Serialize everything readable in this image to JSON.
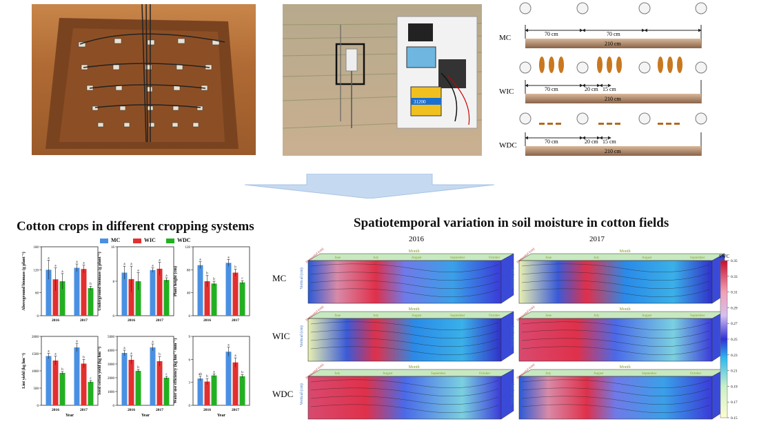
{
  "diagram": {
    "layout": {
      "rows": [
        "MC",
        "WIC",
        "WDC"
      ]
    },
    "systems": [
      {
        "label": "MC",
        "dims": [
          "70 cm",
          "70 cm"
        ],
        "total": "210 cm"
      },
      {
        "label": "WIC",
        "dims": [
          "70 cm",
          "20 cm",
          "15 cm"
        ],
        "total": "210 cm"
      },
      {
        "label": "WDC",
        "dims": [
          "70 cm",
          "20 cm",
          "15 cm"
        ],
        "total": "210 cm"
      }
    ],
    "photo_battery_label": "31200"
  },
  "headings": {
    "left": "Cotton crops in different cropping systems",
    "right": "Spatiotemporal variation in soil moisture in cotton fields"
  },
  "legend": {
    "items": [
      {
        "name": "MC",
        "color": "#4a90e2"
      },
      {
        "name": "WIC",
        "color": "#e23030"
      },
      {
        "name": "WDC",
        "color": "#22b022"
      }
    ]
  },
  "chart_data": [
    {
      "type": "bar",
      "ylabel": "Aboveground biomass (g plant⁻¹)",
      "categories": [
        "2016",
        "2017"
      ],
      "ylim": [
        0,
        180
      ],
      "yticks": [
        0,
        60,
        120,
        180
      ],
      "series": [
        {
          "name": "MC",
          "values": [
            120,
            125
          ],
          "err": [
            25,
            10
          ]
        },
        {
          "name": "WIC",
          "values": [
            95,
            122
          ],
          "err": [
            30,
            10
          ]
        },
        {
          "name": "WDC",
          "values": [
            90,
            72
          ],
          "err": [
            20,
            5
          ]
        }
      ],
      "letters": [
        [
          "a",
          "a"
        ],
        [
          "a",
          "a"
        ],
        [
          "a",
          "b"
        ]
      ]
    },
    {
      "type": "bar",
      "ylabel": "Underground biomass (g plant⁻¹)",
      "categories": [
        "2016",
        "2017"
      ],
      "ylim": [
        0,
        16
      ],
      "yticks": [
        0,
        8,
        16
      ],
      "series": [
        {
          "name": "MC",
          "values": [
            10.0,
            10.6
          ],
          "err": [
            1.5,
            0.5
          ]
        },
        {
          "name": "WIC",
          "values": [
            8.5,
            10.9
          ],
          "err": [
            3,
            1.5
          ]
        },
        {
          "name": "WDC",
          "values": [
            8.0,
            8.3
          ],
          "err": [
            2,
            0.5
          ]
        }
      ],
      "letters": [
        [
          "a",
          "a"
        ],
        [
          "a",
          "a"
        ],
        [
          "a",
          "a"
        ]
      ]
    },
    {
      "type": "bar",
      "ylabel": "Plant height (cm)",
      "categories": [
        "2016",
        "2017"
      ],
      "ylim": [
        0,
        120
      ],
      "yticks": [
        0,
        40,
        80,
        120
      ],
      "series": [
        {
          "name": "MC",
          "values": [
            88,
            92
          ],
          "err": [
            6,
            6
          ]
        },
        {
          "name": "WIC",
          "values": [
            60,
            75
          ],
          "err": [
            10,
            6
          ]
        },
        {
          "name": "WDC",
          "values": [
            56,
            58
          ],
          "err": [
            4,
            3
          ]
        }
      ],
      "letters": [
        [
          "a",
          "a"
        ],
        [
          "b",
          "b"
        ],
        [
          "b",
          "c"
        ]
      ]
    },
    {
      "type": "bar",
      "ylabel": "Lint yield (kg hm⁻²)",
      "categories": [
        "2016",
        "2017"
      ],
      "ylim": [
        0,
        2000
      ],
      "yticks": [
        0,
        500,
        1000,
        1500,
        2000
      ],
      "series": [
        {
          "name": "MC",
          "values": [
            1430,
            1680
          ],
          "err": [
            80,
            120
          ]
        },
        {
          "name": "WIC",
          "values": [
            1300,
            1210
          ],
          "err": [
            130,
            120
          ]
        },
        {
          "name": "WDC",
          "values": [
            940,
            680
          ],
          "err": [
            40,
            40
          ]
        }
      ],
      "letters": [
        [
          "a",
          "a"
        ],
        [
          "a",
          "b"
        ],
        [
          "b",
          "c"
        ]
      ]
    },
    {
      "type": "bar",
      "ylabel": "Seed cotton yield (kg hm⁻²)",
      "categories": [
        "2016",
        "2017"
      ],
      "ylim": [
        0,
        5000
      ],
      "yticks": [
        0,
        1000,
        2000,
        3000,
        4000,
        5000
      ],
      "series": [
        {
          "name": "MC",
          "values": [
            3800,
            4200
          ],
          "err": [
            200,
            250
          ]
        },
        {
          "name": "WIC",
          "values": [
            3300,
            3200
          ],
          "err": [
            300,
            350
          ]
        },
        {
          "name": "WDC",
          "values": [
            2500,
            2000
          ],
          "err": [
            100,
            100
          ]
        }
      ],
      "letters": [
        [
          "a",
          "a"
        ],
        [
          "a",
          "b"
        ],
        [
          "b",
          "c"
        ]
      ]
    },
    {
      "type": "bar",
      "ylabel": "Water use efficiency (kg hm⁻² mm⁻¹)",
      "categories": [
        "2016",
        "2017"
      ],
      "ylim": [
        0,
        9
      ],
      "yticks": [
        0,
        3,
        6,
        9
      ],
      "series": [
        {
          "name": "MC",
          "values": [
            3.5,
            7.0
          ],
          "err": [
            0.3,
            0.6
          ]
        },
        {
          "name": "WIC",
          "values": [
            3.1,
            5.6
          ],
          "err": [
            0.4,
            0.6
          ]
        },
        {
          "name": "WDC",
          "values": [
            3.9,
            3.8
          ],
          "err": [
            0.2,
            0.2
          ]
        }
      ],
      "letters": [
        [
          "ab",
          "a"
        ],
        [
          "b",
          "a"
        ],
        [
          "a",
          "b"
        ]
      ]
    }
  ],
  "charts_common": {
    "xlabel": "Year"
  },
  "heatmaps": {
    "years": [
      "2016",
      "2017"
    ],
    "rows": [
      "MC",
      "WIC",
      "WDC"
    ],
    "axis_horizontal": "Horizontal (cm)",
    "axis_vertical": "Vertical (cm)",
    "axis_month": "Month",
    "months_2016": [
      "June",
      "July",
      "August",
      "September",
      "October"
    ],
    "months_2017": [
      "June",
      "July",
      "August",
      "September"
    ],
    "months_wdc_2016": [
      "July",
      "August",
      "September",
      "October"
    ],
    "months_wdc_2017": [
      "July",
      "August",
      "September",
      "October"
    ],
    "colorbar": {
      "title": "SWC",
      "ticks": [
        "0.35",
        "0.33",
        "0.31",
        "0.29",
        "0.27",
        "0.25",
        "0.23",
        "0.21",
        "0.19",
        "0.17",
        "0.15"
      ],
      "colors": [
        "#c8102e",
        "#e85a6a",
        "#f2a0b5",
        "#ecc8ee",
        "#9b7fe0",
        "#2a2ad8",
        "#1f6fe8",
        "#2fb8f0",
        "#8fe0d8",
        "#e8f5c0",
        "#fffbd0"
      ]
    }
  }
}
